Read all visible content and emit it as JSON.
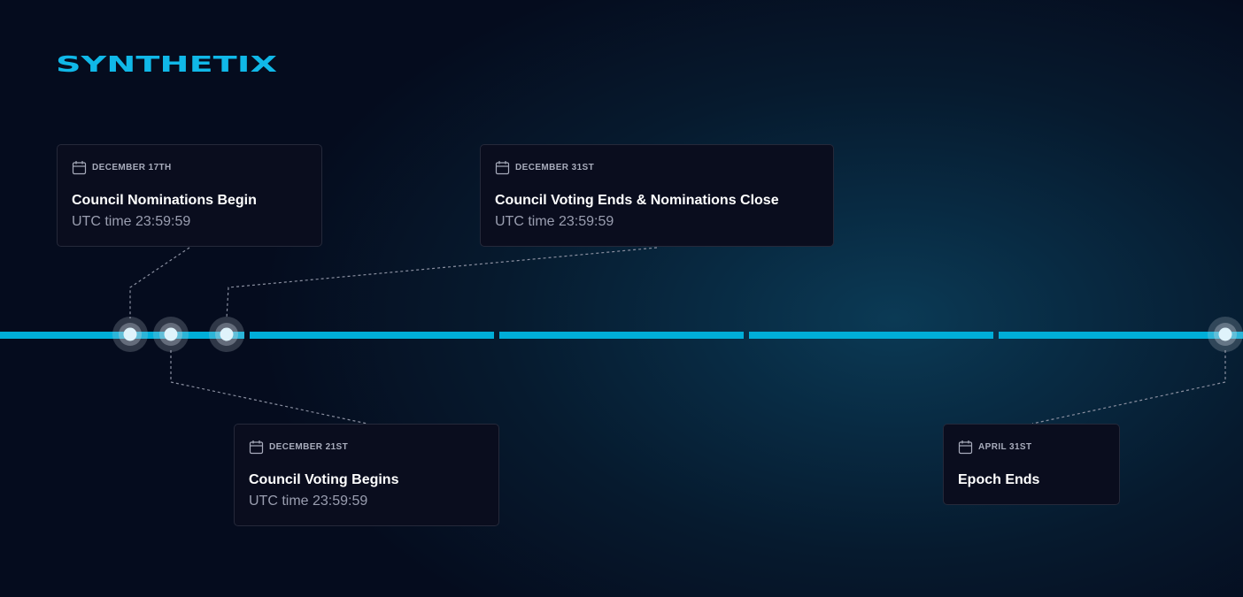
{
  "brand": {
    "name": "SYNTHETIX",
    "color": "#10b8e8"
  },
  "colors": {
    "track": "#00aed8",
    "card_bg": "#0a0d1e",
    "connector": "#8a8fa0"
  },
  "events": [
    {
      "date": "DECEMBER 17TH",
      "title": "Council Nominations Begin",
      "time": "UTC time 23:59:59",
      "icon": "calendar-icon"
    },
    {
      "date": "DECEMBER 21ST",
      "title": "Council Voting Begins",
      "time": "UTC time 23:59:59",
      "icon": "calendar-icon"
    },
    {
      "date": "DECEMBER 31ST",
      "title": "Council Voting Ends & Nominations Close",
      "time": "UTC time 23:59:59",
      "icon": "calendar-icon"
    },
    {
      "date": "APRIL 31ST",
      "title": "Epoch Ends",
      "time": "",
      "icon": "calendar-icon"
    }
  ]
}
